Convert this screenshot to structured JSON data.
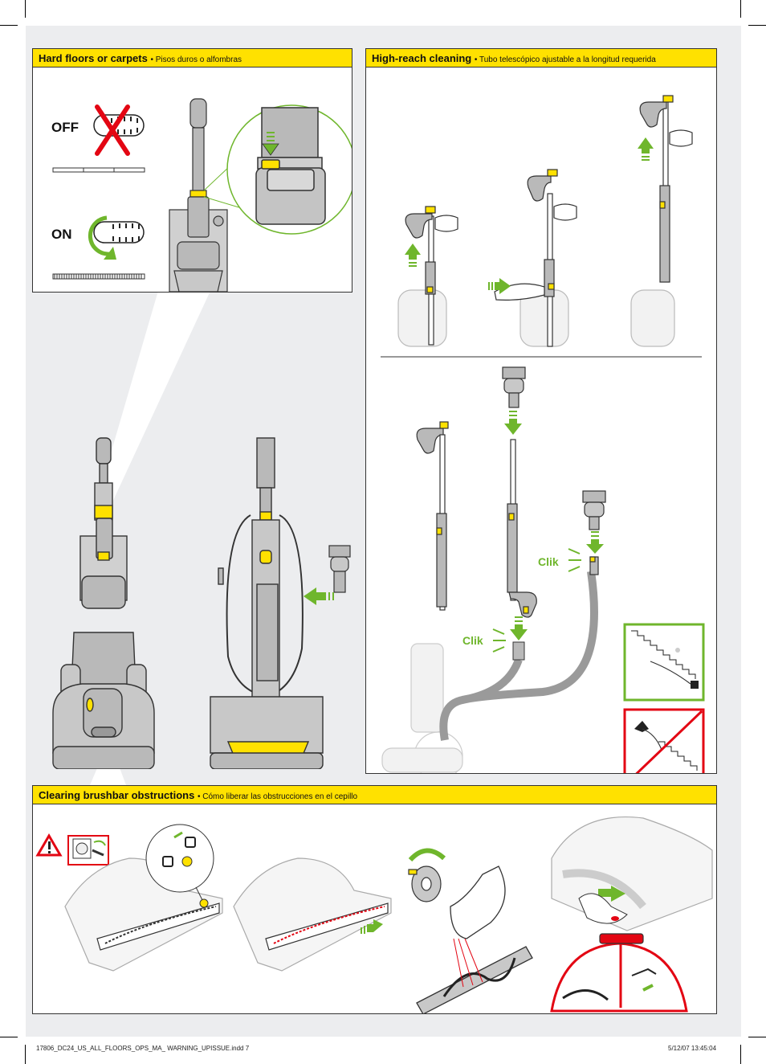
{
  "sections": {
    "hard_floors": {
      "title": "Hard floors or carpets",
      "subtitle": "• Pisos duros o alfombras"
    },
    "high_reach": {
      "title": "High-reach cleaning",
      "subtitle": "• Tubo telescópico ajustable a la longitud requerida"
    },
    "brushbar": {
      "title": "Clearing brushbar obstructions",
      "subtitle": "• Cómo liberar las obstrucciones en el cepillo"
    }
  },
  "labels": {
    "off": "OFF",
    "on": "ON",
    "clik": "Clik"
  },
  "footer": {
    "left": "17806_DC24_US_ALL_FLOORS_OPS_MA_ WARNING_UPISSUE.indd   7",
    "right": "5/12/07   13:45:04"
  },
  "colors": {
    "accent_yellow": "#ffe100",
    "arrow_green": "#6fb62c",
    "warning_red": "#e30613",
    "machine_grey": "#b9b9b9"
  }
}
